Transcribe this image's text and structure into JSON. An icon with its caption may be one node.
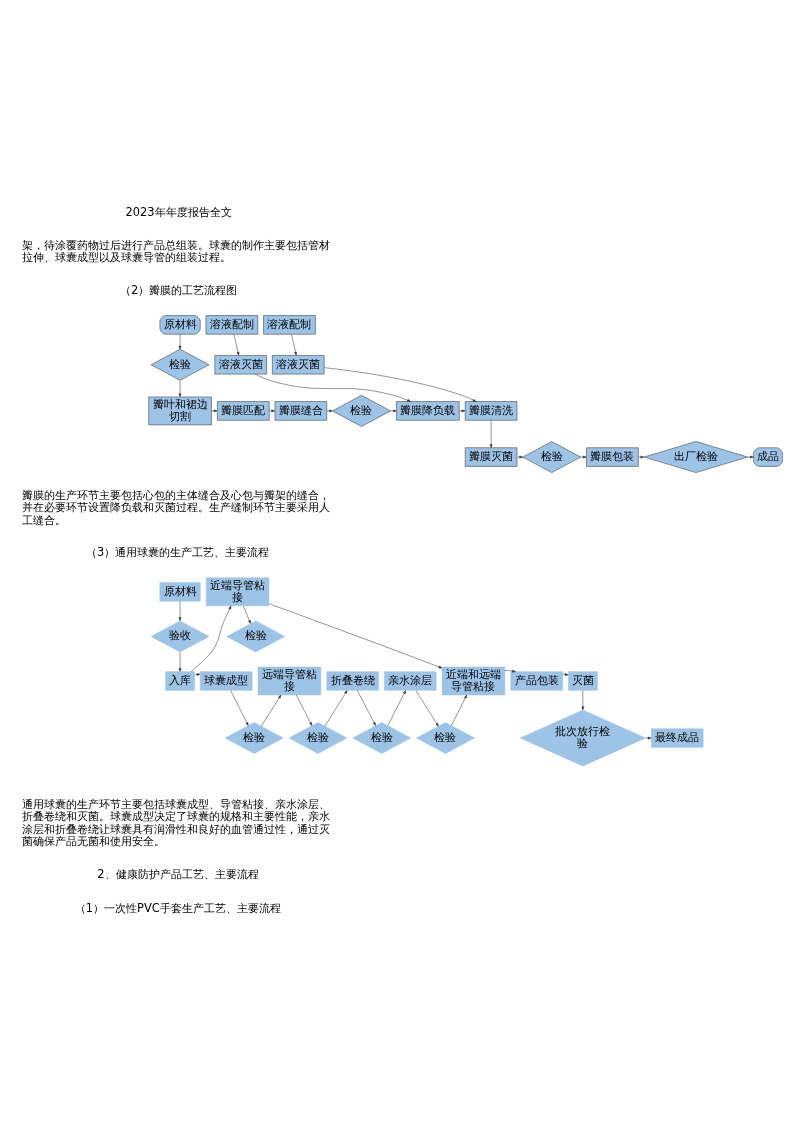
{
  "diagram": {
    "nodes": [
      {
        "text": [
          "原材料"
        ]
      },
      {
        "text": [
          "检验"
        ]
      },
      {
        "text": [
          "瓣叶和裙边切割"
        ]
      },
      {
        "text": [
          "瓣膜匹配"
        ]
      },
      {
        "text": [
          "瓣膜缝合"
        ]
      },
      {
        "text": [
          "检验"
        ]
      },
      {
        "text": [
          "溶液配制"
        ]
      },
      {
        "text": [
          "溶液灭菌"
        ]
      },
      {
        "text": [
          "瓣膜降负载"
        ]
      },
      {
        "text": [
          "溶液配制"
        ]
      },
      {
        "text": [
          "溶液灭菌"
        ]
      },
      {
        "text": [
          "瓣膜清洗"
        ]
      },
      {
        "text": [
          "瓣膜灭菌"
        ]
      },
      {
        "text": [
          "检验"
        ]
      },
      {
        "text": [
          "瓣膜包装"
        ]
      },
      {
        "text": [
          "出厂检验"
        ]
      },
      {
        "text": [
          "成品"
        ]
      },
      {
        "text": [
          "原材料"
        ]
      },
      {
        "text": [
          "验收"
        ]
      },
      {
        "text": [
          "入库"
        ]
      },
      {
        "text": [
          "近端导管粘接"
        ]
      },
      {
        "text": [
          "检验"
        ]
      },
      {
        "text": [
          "球囊成型"
        ]
      },
      {
        "text": [
          "检验"
        ]
      },
      {
        "text": [
          "远端导管粘接"
        ]
      },
      {
        "text": [
          "检验"
        ]
      },
      {
        "text": [
          "折叠卷绕"
        ]
      },
      {
        "text": [
          "检验"
        ]
      },
      {
        "text": [
          "亲水涂层"
        ]
      },
      {
        "text": [
          "检验"
        ]
      },
      {
        "text": [
          "近端和远端导管粘接"
        ]
      },
      {
        "text": [
          "产品包装"
        ]
      },
      {
        "text": [
          "灭菌"
        ]
      },
      {
        "text": [
          "批次放行检验"
        ]
      },
      {
        "text": [
          "最终成品"
        ]
      }
    ],
    "edges": [
      {
        "from": 0,
        "to": 1,
        "arrow": "to"
      },
      {
        "from": 1,
        "to": 2,
        "arrow": "to"
      },
      {
        "from": 2,
        "to": 3,
        "arrow": "to"
      },
      {
        "from": 3,
        "to": 4,
        "arrow": "to"
      },
      {
        "from": 4,
        "to": 5,
        "arrow": "to"
      },
      {
        "from": 5,
        "to": 8,
        "arrow": "to"
      },
      {
        "from": 6,
        "to": 7,
        "arrow": "to"
      },
      {
        "from": 7,
        "to": 8,
        "arrow": "to"
      },
      {
        "from": 9,
        "to": 10,
        "arrow": "to"
      },
      {
        "from": 10,
        "to": 11,
        "arrow": "to"
      },
      {
        "from": 8,
        "to": 11,
        "arrow": "to"
      },
      {
        "from": 11,
        "to": 12,
        "arrow": "to"
      },
      {
        "from": 12,
        "to": 13,
        "arrow": "to"
      },
      {
        "from": 13,
        "to": 14,
        "arrow": "to"
      },
      {
        "from": 14,
        "to": 15,
        "arrow": "to"
      },
      {
        "from": 15,
        "to": 16,
        "arrow": "to"
      },
      {
        "from": 17,
        "to": 18,
        "arrow": "to"
      },
      {
        "from": 18,
        "to": 19,
        "arrow": "to"
      },
      {
        "from": 19,
        "to": 20,
        "arrow": "to"
      },
      {
        "from": 19,
        "to": 22,
        "arrow": "to"
      },
      {
        "from": 20,
        "to": 21,
        "arrow": "to"
      },
      {
        "from": 20,
        "to": 30,
        "arrow": "to"
      },
      {
        "from": 22,
        "to": 23,
        "arrow": "to"
      },
      {
        "from": 23,
        "to": 24,
        "arrow": "to"
      },
      {
        "from": 24,
        "to": 25,
        "arrow": "to"
      },
      {
        "from": 25,
        "to": 26,
        "arrow": "to"
      },
      {
        "from": 26,
        "to": 27,
        "arrow": "to"
      },
      {
        "from": 27,
        "to": 28,
        "arrow": "to"
      },
      {
        "from": 28,
        "to": 29,
        "arrow": "to"
      },
      {
        "from": 29,
        "to": 30,
        "arrow": "to"
      },
      {
        "from": 30,
        "to": 31,
        "arrow": "to"
      },
      {
        "from": 31,
        "to": 32,
        "arrow": "to"
      },
      {
        "from": 32,
        "to": 33,
        "arrow": "to"
      },
      {
        "from": 33,
        "to": 34,
        "arrow": "to"
      }
    ],
    "labels": [
      "2023年年度报告全文",
      "架，待涂覆药物过后进行产品总组装。球囊的制作主要包括管材拉伸、球囊成型以及球囊导管的组装过程。",
      "（2）瓣膜的工艺流程图",
      "瓣膜的生产环节主要包括心包的主体缝合及心包与瓣架的缝合，并在必要环节设置降负载和灭菌过程。生产缝制环节主要采用人工缝合。",
      "（3）通用球囊的生产工艺、主要流程",
      "通用球囊的生产环节主要包括球囊成型、导管粘接、亲水涂层、折叠卷绕和灭菌。球囊成型决定了球囊的规格和主要性能，亲水涂层和折叠卷绕让球囊具有润滑性和良好的血管通过性，通过灭菌确保产品无菌和使用安全。",
      "2、健康防护产品工艺、主要流程",
      "（1）一次性PVC手套生产工艺、主要流程"
    ]
  }
}
